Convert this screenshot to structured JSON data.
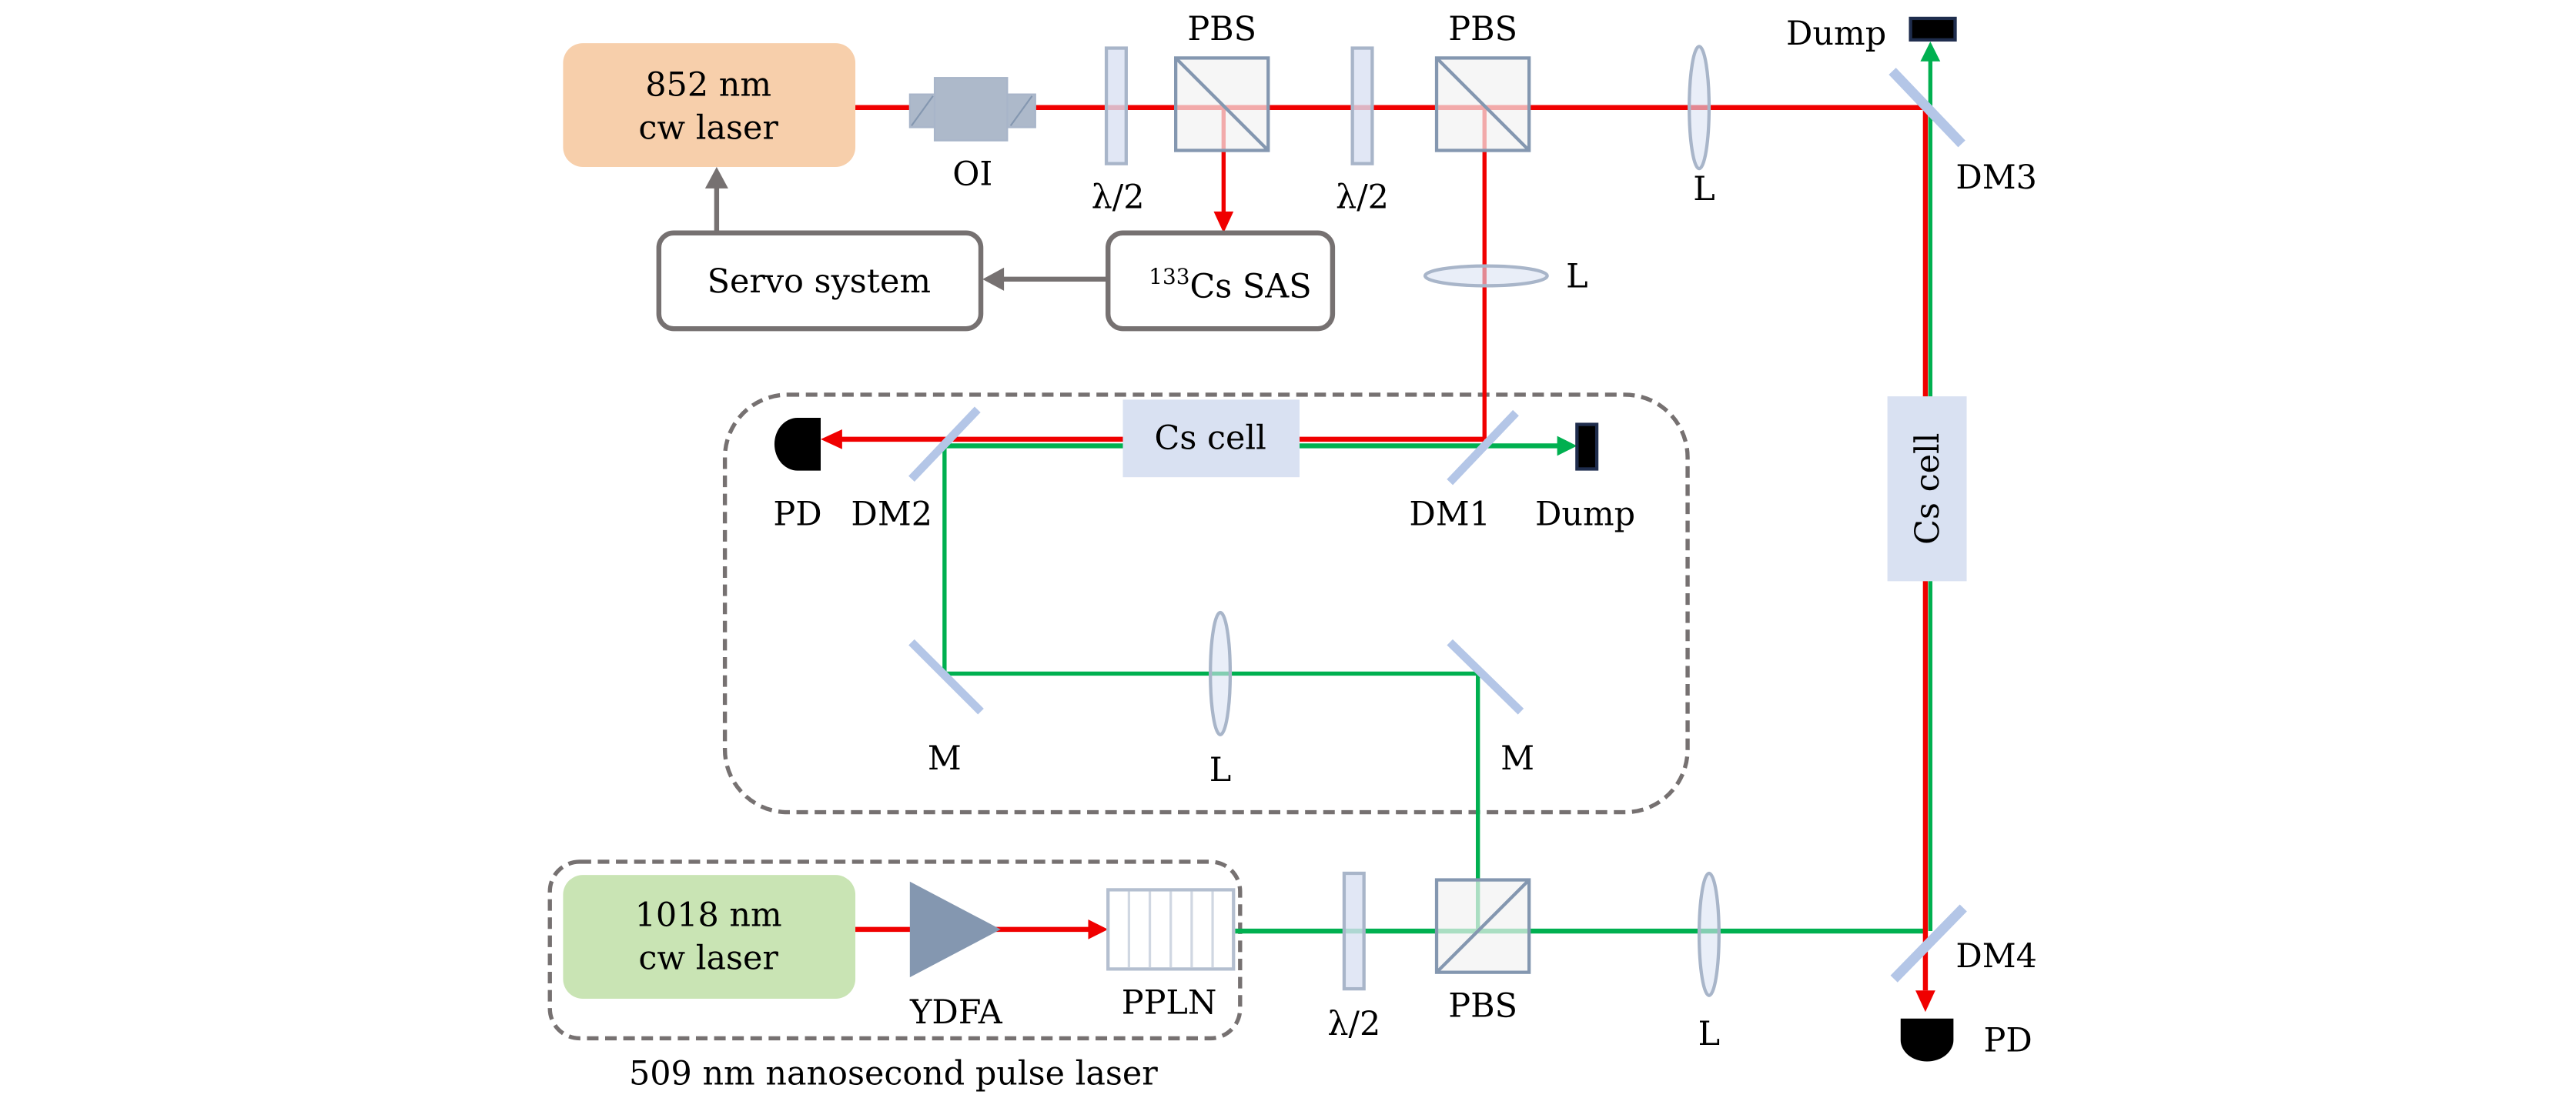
{
  "colors": {
    "red_beam": "#f00000",
    "green_beam": "#00b050",
    "laser_852_fill": "#f7cfab",
    "laser_1018_fill": "#c9e4b4",
    "optic_fill": "#d9e1f2",
    "optic_stroke": "#a8b5c9",
    "mirror": "#b4c6e7",
    "pbs_stroke": "#8497b0",
    "box_stroke": "#767171",
    "detector": "#000000",
    "dump_border": "#1f2d4d"
  },
  "lasers": {
    "laser_852": {
      "line1": "852 nm",
      "line2": "cw laser"
    },
    "laser_1018": {
      "line1": "1018 nm",
      "line2": "cw laser"
    }
  },
  "boxes": {
    "servo": "Servo system",
    "sas_sup": "133",
    "sas": "Cs SAS"
  },
  "labels": {
    "oi": "OI",
    "half_wave_1": "λ/2",
    "half_wave_2": "λ/2",
    "half_wave_3": "λ/2",
    "pbs_1": "PBS",
    "pbs_2": "PBS",
    "pbs_3": "PBS",
    "lens_top": "L",
    "lens_mid": "L",
    "lens_loop": "L",
    "lens_bottom": "L",
    "dump_top": "Dump",
    "dump_mid": "Dump",
    "dm1": "DM1",
    "dm2": "DM2",
    "dm3": "DM3",
    "dm4": "DM4",
    "pd_left": "PD",
    "pd_bottom": "PD",
    "mirror_left": "M",
    "mirror_right": "M",
    "cs_cell_mid": "Cs cell",
    "cs_cell_right": "Cs cell",
    "ydfa": "YDFA",
    "ppln": "PPLN",
    "pulse_laser_caption": "509 nm nanosecond pulse laser"
  }
}
